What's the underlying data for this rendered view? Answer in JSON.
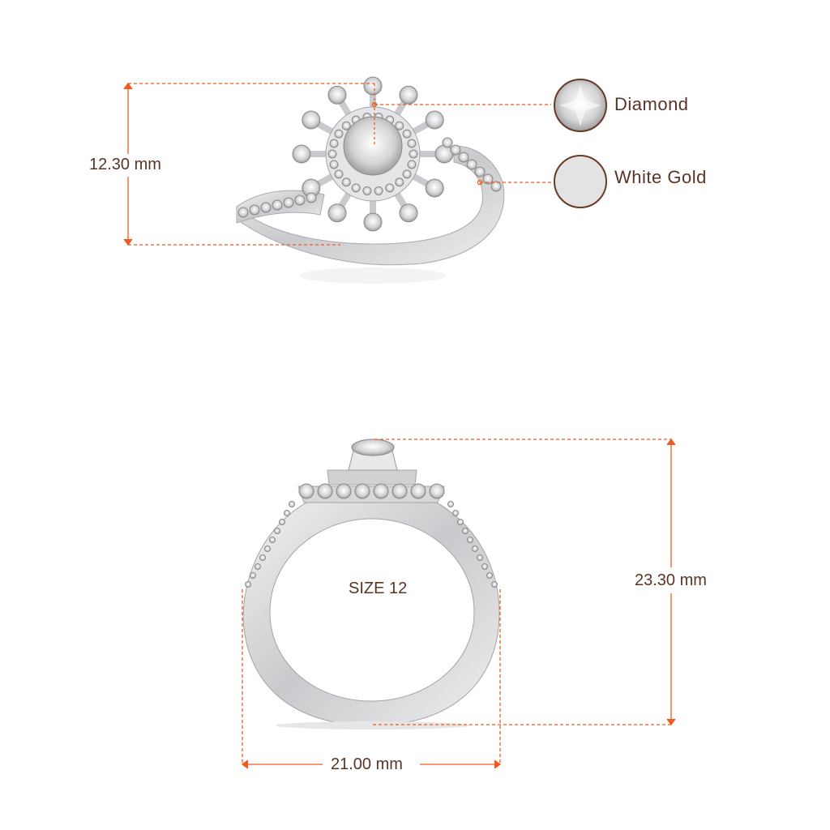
{
  "colors": {
    "dimension_line": "#f05a1e",
    "text": "#5a3425",
    "swatch_border": "#6b3a26",
    "white_gold": "#e3e3e3",
    "metal": "#d8d9db"
  },
  "top_view": {
    "height_label": "12.30 mm"
  },
  "legend": [
    {
      "label": "Diamond",
      "icon": "diamond-swatch-icon"
    },
    {
      "label": "White Gold",
      "icon": "white-gold-swatch-icon"
    }
  ],
  "side_view": {
    "size_label": "SIZE 12",
    "height_label": "23.30 mm",
    "width_label": "21.00 mm"
  }
}
